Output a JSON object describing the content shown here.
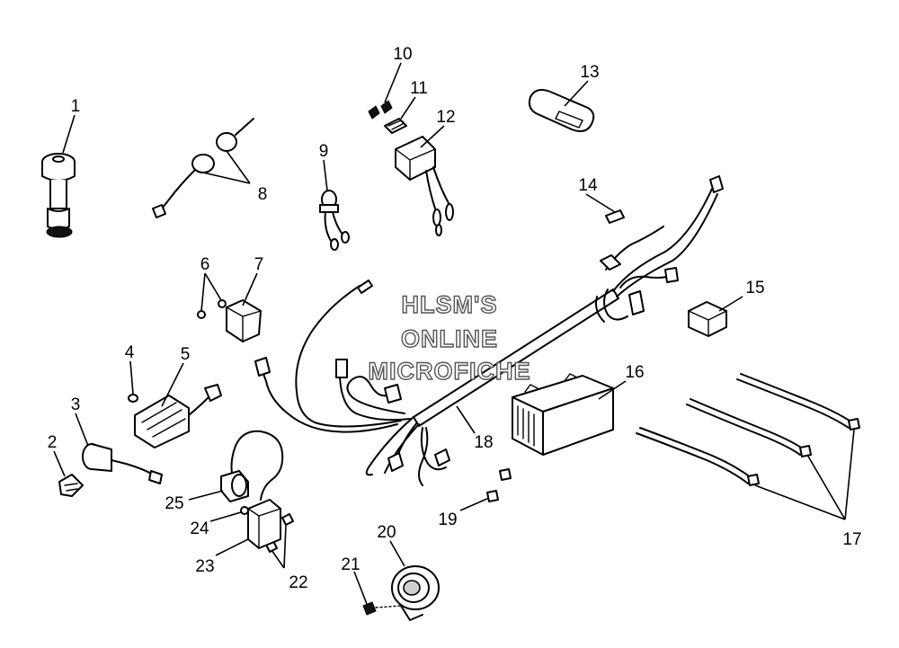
{
  "watermark": {
    "line1": "HLSM'S",
    "line2": "ONLINE",
    "line3": "MICROFICHE"
  },
  "callouts": {
    "c1": "1",
    "c2": "2",
    "c3": "3",
    "c4": "4",
    "c5": "5",
    "c6": "6",
    "c7": "7",
    "c8": "8",
    "c9": "9",
    "c10": "10",
    "c11": "11",
    "c12": "12",
    "c13": "13",
    "c14": "14",
    "c15": "15",
    "c16": "16",
    "c17": "17",
    "c18": "18",
    "c19": "19",
    "c20": "20",
    "c21": "21",
    "c22": "22",
    "c23": "23",
    "c24": "24",
    "c25": "25"
  },
  "colors": {
    "line": "#000000",
    "background": "#ffffff",
    "watermark_outline": "#555555"
  }
}
